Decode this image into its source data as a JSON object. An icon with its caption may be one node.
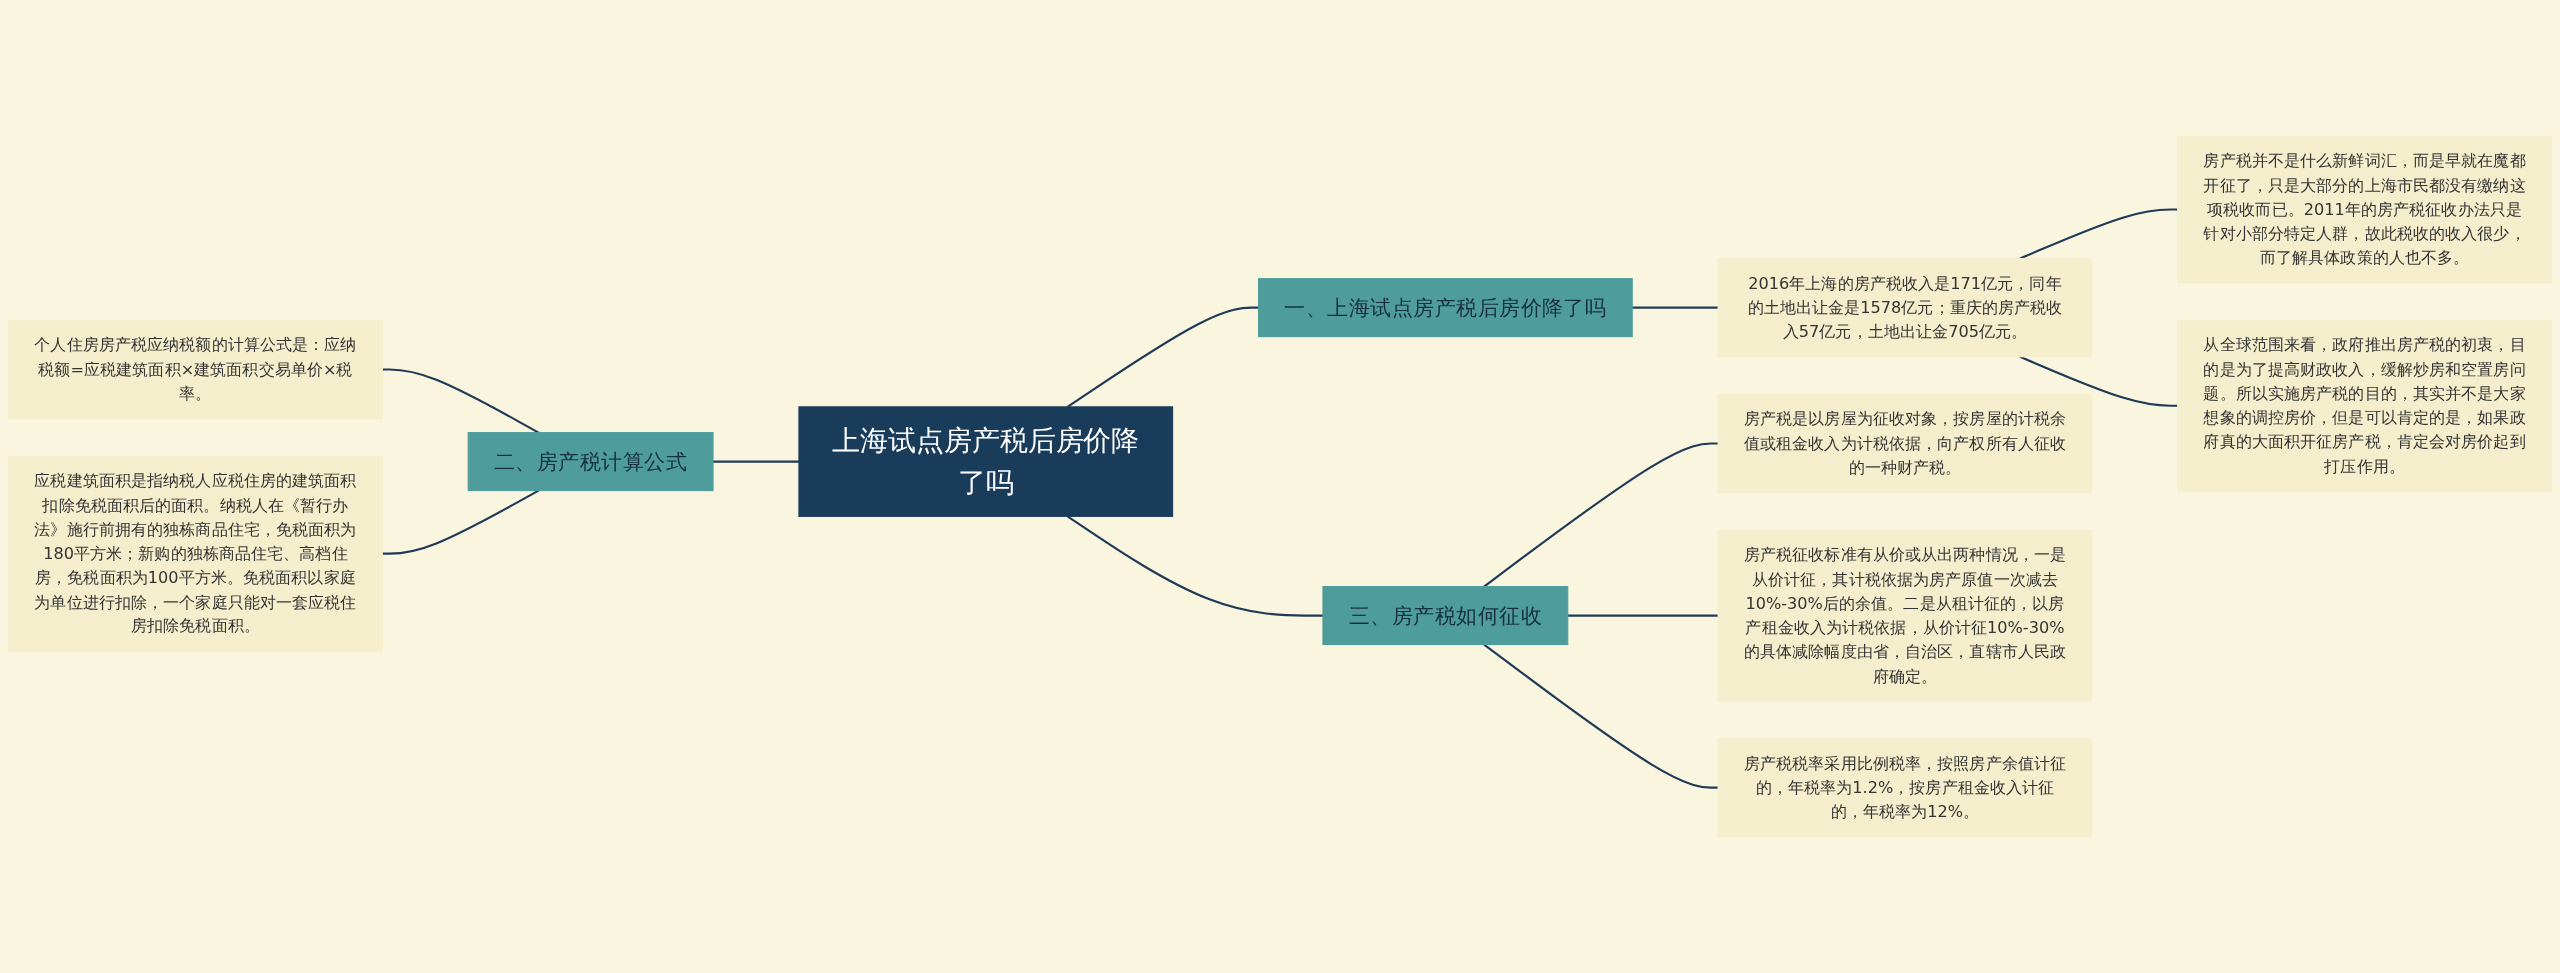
{
  "diagram": {
    "nodes": [
      {
        "text": [
          "上海试点房产税后房价降了吗"
        ]
      },
      {
        "text": [
          "一、上海试点房产税后房价降了吗"
        ]
      },
      {
        "text": [
          "2016年上海的房产税收入是171亿元，同年的土地出让金是1578亿元；重庆的房产税收入57亿元，土地出让金705亿元。"
        ]
      },
      {
        "text": [
          "房产税并不是什么新鲜词汇，而是早就在魔都开征了，只是大部分的上海市民都没有缴纳这项税收而已。2011年的房产税征收办法只是针对小部分特定人群，故此税收的收入很少，而了解具体政策的人也不多。"
        ]
      },
      {
        "text": [
          "从全球范围来看，政府推出房产税的初衷，目的是为了提高财政收入，缓解炒房和空置房问题。所以实施房产税的目的，其实并不是大家想象的调控房价，但是可以肯定的是，如果政府真的大面积开征房产税，肯定会对房价起到打压作用。"
        ]
      },
      {
        "text": [
          "二、房产税计算公式"
        ]
      },
      {
        "text": [
          "个人住房房产税应纳税额的计算公式是：应纳税额=应税建筑面积×建筑面积交易单价×税率。"
        ]
      },
      {
        "text": [
          "应税建筑面积是指纳税人应税住房的建筑面积扣除免税面积后的面积。纳税人在《暂行办法》施行前拥有的独栋商品住宅，免税面积为180平方米；新购的独栋商品住宅、高档住房，免税面积为100平方米。免税面积以家庭为单位进行扣除，一个家庭只能对一套应税住房扣除免税面积。"
        ]
      },
      {
        "text": [
          "三、房产税如何征收"
        ]
      },
      {
        "text": [
          "房产税是以房屋为征收对象，按房屋的计税余值或租金收入为计税依据，向产权所有人征收的一种财产税。"
        ]
      },
      {
        "text": [
          "房产税征收标准有从价或从出两种情况，一是从价计征，其计税依据为房产原值一次减去10%-30%后的余值。二是从租计征的，以房产租金收入为计税依据，从价计征10%-30%的具体减除幅度由省，自治区，直辖市人民政府确定。"
        ]
      },
      {
        "text": [
          "房产税税率采用比例税率，按照房产余值计征的，年税率为1.2%，按房产租金收入计征的，年税率为12%。"
        ]
      }
    ],
    "edges": [
      {
        "from": 0,
        "to": 1,
        "arrow": "none"
      },
      {
        "from": 1,
        "to": 2,
        "arrow": "none"
      },
      {
        "from": 2,
        "to": 3,
        "arrow": "none"
      },
      {
        "from": 2,
        "to": 4,
        "arrow": "none"
      },
      {
        "from": 0,
        "to": 5,
        "arrow": "none"
      },
      {
        "from": 5,
        "to": 6,
        "arrow": "none"
      },
      {
        "from": 5,
        "to": 7,
        "arrow": "none"
      },
      {
        "from": 0,
        "to": 8,
        "arrow": "none"
      },
      {
        "from": 8,
        "to": 9,
        "arrow": "none"
      },
      {
        "from": 8,
        "to": 10,
        "arrow": "none"
      },
      {
        "from": 8,
        "to": 11,
        "arrow": "none"
      }
    ]
  }
}
